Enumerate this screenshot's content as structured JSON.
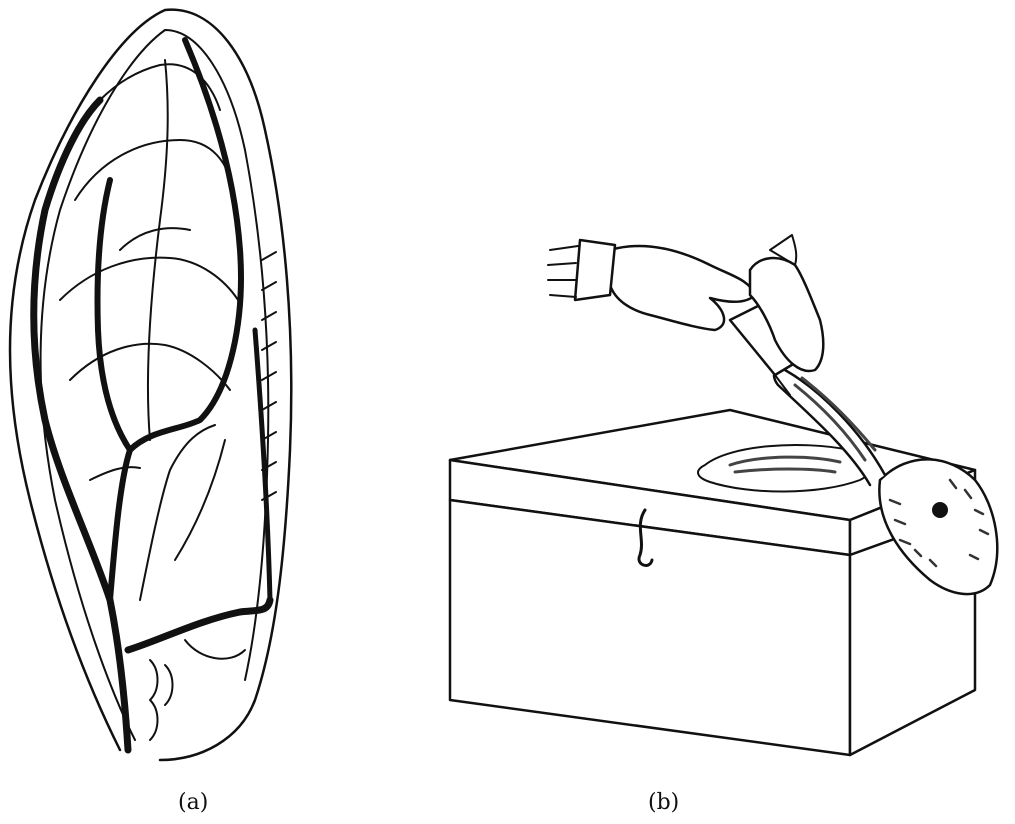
{
  "figure": {
    "panels": [
      {
        "id": "a",
        "caption": "(a)",
        "subject": "rabbit-ear-vein-map"
      },
      {
        "id": "b",
        "caption": "(b)",
        "subject": "rabbit-ear-vein-injection"
      }
    ]
  },
  "colors": {
    "ink": "#111111",
    "paper": "#ffffff"
  }
}
